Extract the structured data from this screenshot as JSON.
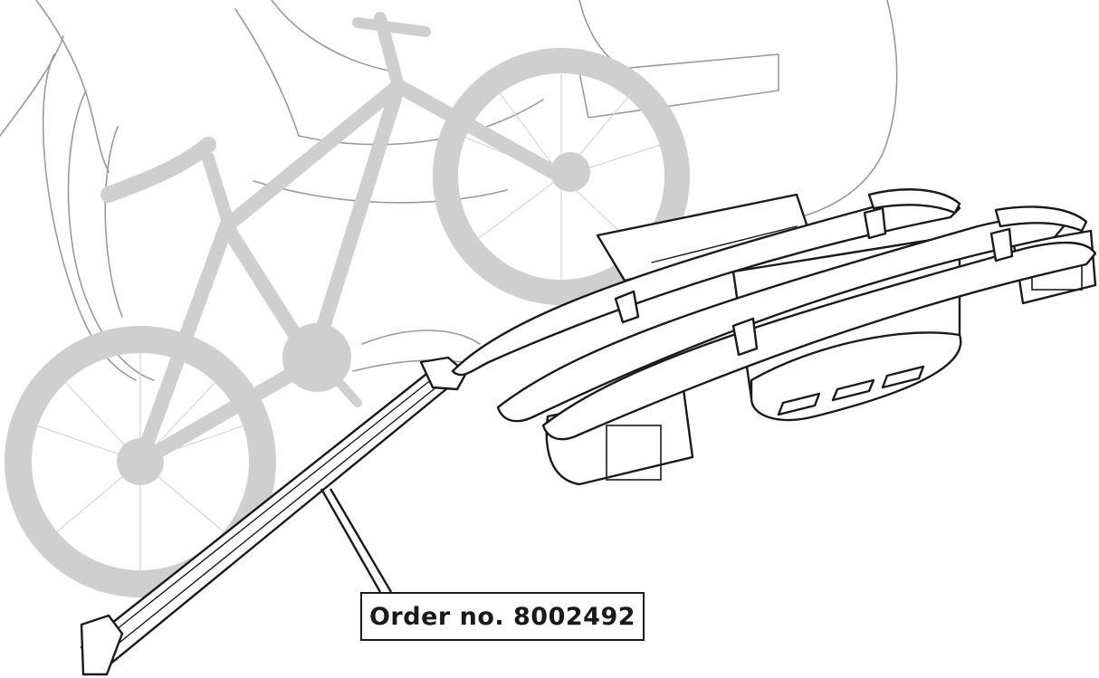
{
  "callout": {
    "order_label": "Order no. 8002492"
  },
  "colors": {
    "ink": "#1a1a1a",
    "car_outline": "#9a9a9a",
    "bike_silhouette": "#cfcfcf",
    "background": "#ffffff"
  },
  "icons": [
    "car-rear-outline",
    "bike-silhouette",
    "bike-carrier",
    "loading-ramp"
  ]
}
